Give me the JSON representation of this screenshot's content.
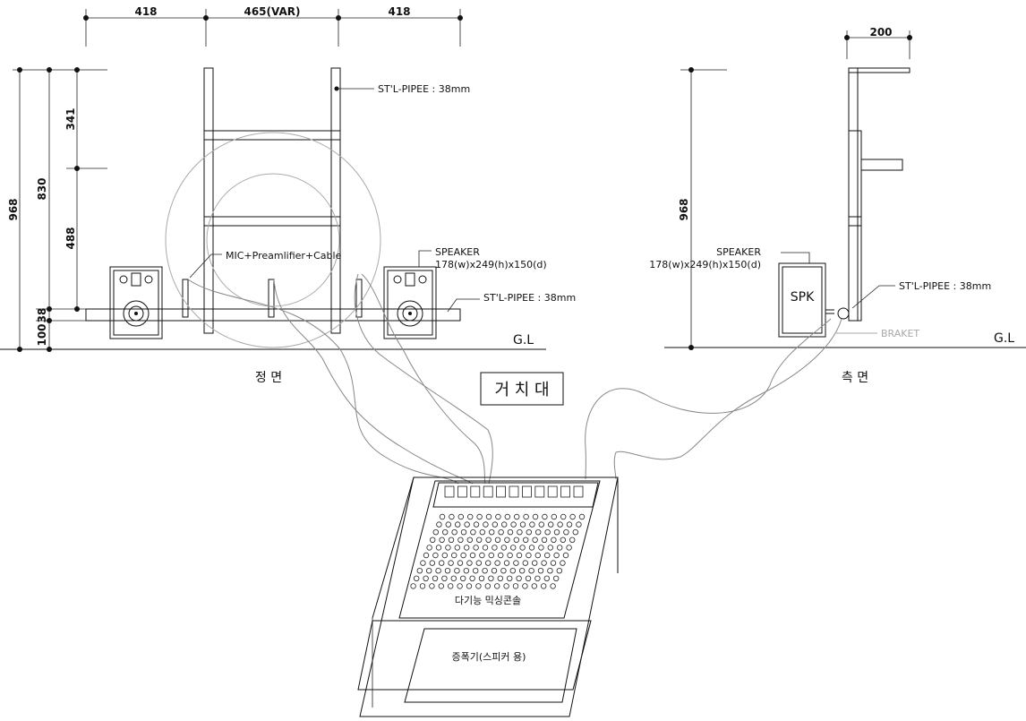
{
  "dimensions": {
    "front_top": [
      "418",
      "465(VAR)",
      "418"
    ],
    "front_left_outer": "968",
    "front_left_mid": "830",
    "front_left_inner": [
      "341",
      "488"
    ],
    "front_bottom": [
      "100",
      "38"
    ],
    "side_top": "200",
    "side_left": "968"
  },
  "front_view": {
    "pipe_label_top": "ST'L-PIPEE : 38mm",
    "pipe_label_bottom": "ST'L-PIPEE : 38mm",
    "mic_label": "MIC+Preamlifier+Cable",
    "speaker_label": "SPEAKER",
    "speaker_size": "178(w)x249(h)x150(d)",
    "ground_label": "G.L",
    "caption": "정 면"
  },
  "side_view": {
    "speaker_label": "SPEAKER",
    "speaker_size": "178(w)x249(h)x150(d)",
    "spk_box": "SPK",
    "pipe_label": "ST'L-PIPEE : 38mm",
    "bracket_label": "BRAKET",
    "ground_label": "G.L",
    "caption": "측 면"
  },
  "title_box": "거 치 대",
  "console": {
    "mixer_label": "다기능 믹싱콘솔",
    "amp_label": "증폭기(스피커 용)"
  }
}
